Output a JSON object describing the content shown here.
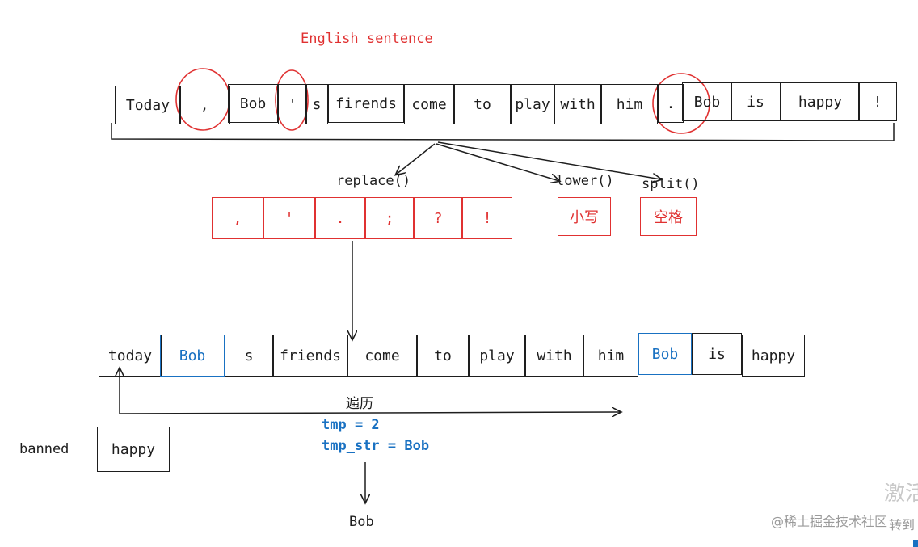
{
  "title": "English sentence",
  "sentence_tokens": [
    "Today",
    ",",
    "Bob",
    "'",
    "s",
    "firends",
    "come",
    "to",
    "play",
    "with",
    "him",
    ".",
    "Bob",
    "is",
    "happy",
    "!"
  ],
  "functions": {
    "replace": "replace()",
    "lower": "lower()",
    "split": "split()"
  },
  "replace_chars": [
    ",",
    "'",
    ".",
    ";",
    "?",
    "!"
  ],
  "lower_box": "小写",
  "split_box": "空格",
  "processed_tokens": [
    "today",
    "Bob",
    "s",
    "friends",
    "come",
    "to",
    "play",
    "with",
    "him",
    "Bob",
    "is",
    "happy"
  ],
  "traverse_label": "遍历",
  "tmp_line": "tmp = 2",
  "tmp_str_line": "tmp_str = Bob",
  "banned_label": "banned",
  "banned_value": "happy",
  "result": "Bob",
  "watermark_text": "@稀土掘金技术社区",
  "watermark_big": "激活",
  "watermark_fragment": "转到",
  "colors": {
    "ink": "#1e1e1e",
    "red": "#e03131",
    "blue": "#1971c2",
    "watermark": "#9a9a9a"
  }
}
